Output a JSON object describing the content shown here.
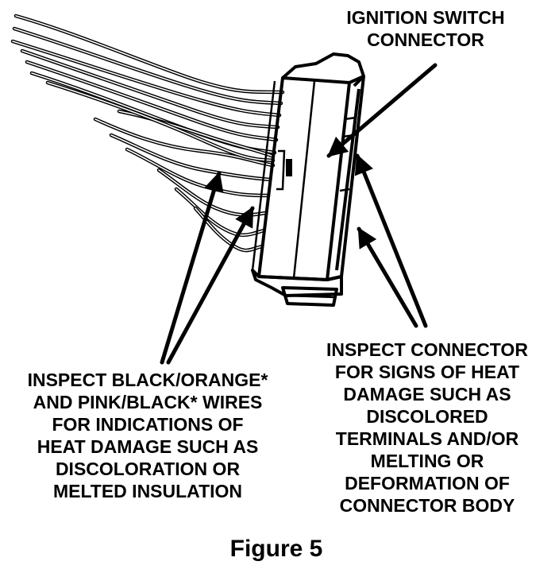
{
  "labels": {
    "connector_title": [
      "IGNITION SWITCH",
      "CONNECTOR"
    ],
    "wires_callout": [
      "INSPECT BLACK/ORANGE*",
      "AND PINK/BLACK* WIRES",
      "FOR INDICATIONS OF",
      "HEAT DAMAGE SUCH AS",
      "DISCOLORATION OR",
      "MELTED INSULATION"
    ],
    "connector_callout": [
      "INSPECT CONNECTOR",
      "FOR SIGNS OF HEAT",
      "DAMAGE SUCH AS",
      "DISCOLORED",
      "TERMINALS AND/OR",
      "MELTING OR",
      "DEFORMATION OF",
      "CONNECTOR BODY"
    ],
    "caption": "Figure 5"
  },
  "colors": {
    "ink": "#000000",
    "paper": "#ffffff"
  }
}
